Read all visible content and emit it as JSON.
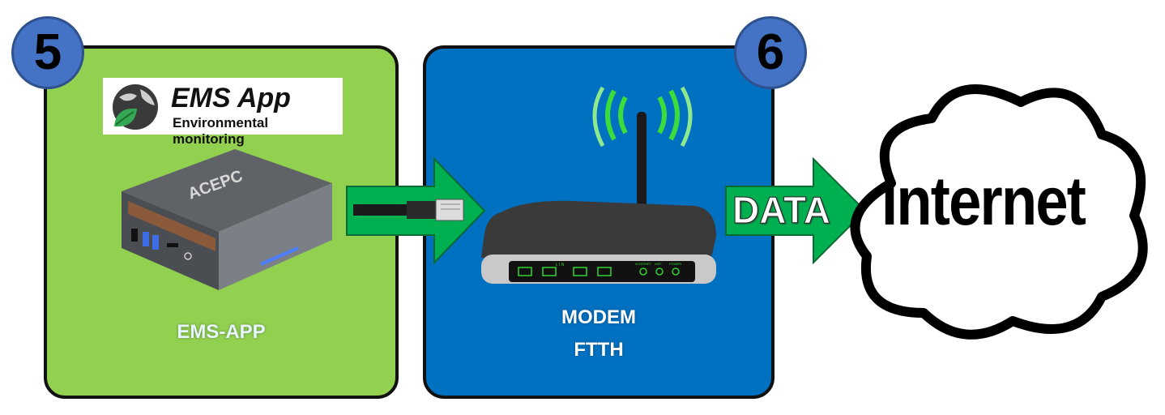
{
  "badges": {
    "left": "5",
    "right": "6"
  },
  "logo": {
    "title": "EMS App",
    "subtitle": "Environmental monitoring"
  },
  "device": {
    "brand": "ACEPC",
    "caption": "EMS-APP"
  },
  "modem": {
    "caption_line1": "MODEM",
    "caption_line2": "FTTH",
    "panel_text": "L I N",
    "indicators": [
      "INTERNET",
      "WIFI",
      "POWER"
    ]
  },
  "link": {
    "label": "DATA"
  },
  "cloud": {
    "label": "Internet"
  },
  "colors": {
    "green_panel": "#92d050",
    "blue_panel": "#0070c0",
    "badge": "#4472c4",
    "arrow": "#00b050"
  }
}
